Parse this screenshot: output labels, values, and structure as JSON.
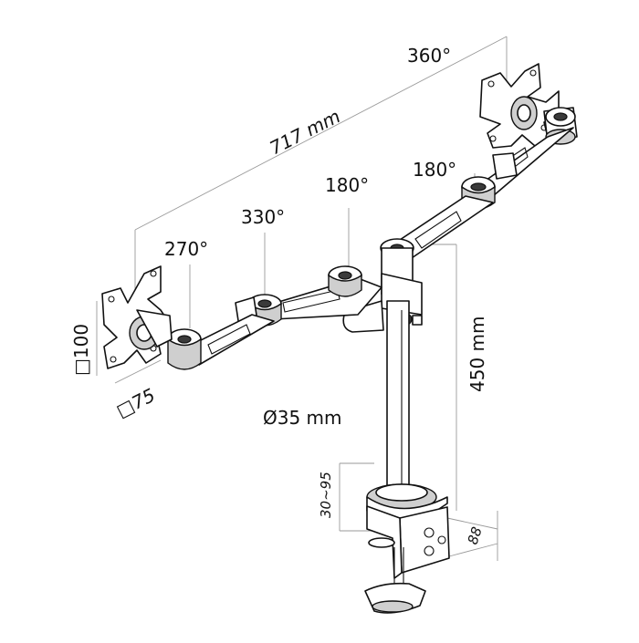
{
  "labels": {
    "rot_360": "360°",
    "width_717": "717 mm",
    "rot_180_right": "180°",
    "rot_180_center": "180°",
    "rot_330": "330°",
    "rot_270": "270°",
    "height_450": "450 mm",
    "vesa_100": "□100",
    "vesa_75": "□75",
    "pole_35": "Ø35 mm",
    "clamp_30_95": "30~95",
    "depth_88": "88"
  },
  "colors": {
    "line": "#111111",
    "shade": "#cfcfcf",
    "dim_line": "#9a9a9a"
  }
}
